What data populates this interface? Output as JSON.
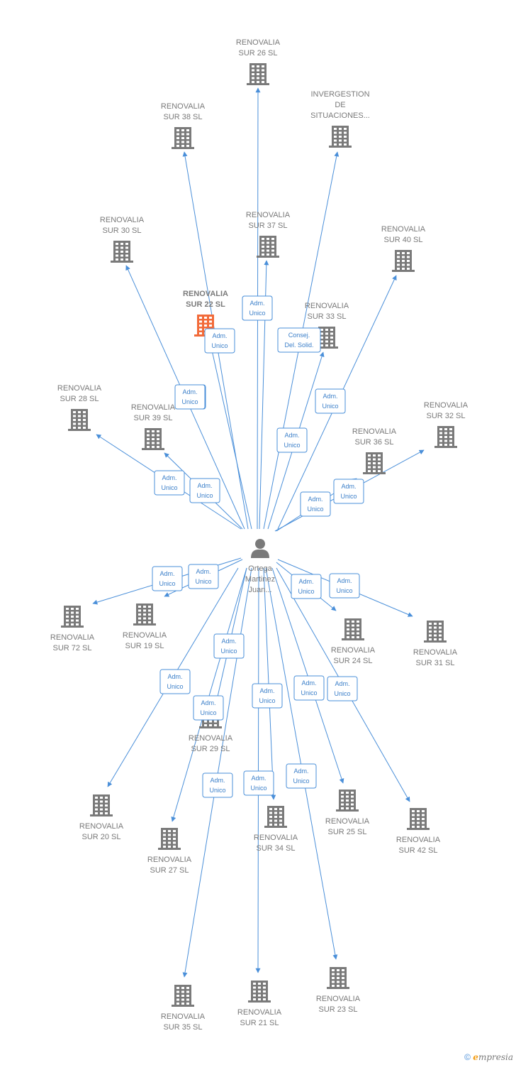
{
  "center": {
    "name": "Ortega Martinez Juan...",
    "lines": [
      "Ortega",
      "Martinez",
      "Juan..."
    ],
    "icon": "person-icon"
  },
  "colors": {
    "edge": "#4a8fd9",
    "node": "#7a7a7a",
    "highlight": "#f26b3a"
  },
  "nodes": [
    {
      "id": "sur26",
      "lines": [
        "RENOVALIA",
        "SUR 26  SL"
      ],
      "label_pos": "above",
      "highlight": false
    },
    {
      "id": "sur38",
      "lines": [
        "RENOVALIA",
        "SUR 38  SL"
      ],
      "label_pos": "above",
      "highlight": false
    },
    {
      "id": "invergestion",
      "lines": [
        "INVERGESTION",
        "DE",
        "SITUACIONES..."
      ],
      "label_pos": "above",
      "highlight": false
    },
    {
      "id": "sur30",
      "lines": [
        "RENOVALIA",
        "SUR 30  SL"
      ],
      "label_pos": "above",
      "highlight": false
    },
    {
      "id": "sur37",
      "lines": [
        "RENOVALIA",
        "SUR 37  SL"
      ],
      "label_pos": "above",
      "highlight": false
    },
    {
      "id": "sur40",
      "lines": [
        "RENOVALIA",
        "SUR 40  SL"
      ],
      "label_pos": "above",
      "highlight": false
    },
    {
      "id": "sur22",
      "lines": [
        "RENOVALIA",
        "SUR 22  SL"
      ],
      "label_pos": "above",
      "highlight": true
    },
    {
      "id": "sur33",
      "lines": [
        "RENOVALIA",
        "SUR 33  SL"
      ],
      "label_pos": "above",
      "highlight": false
    },
    {
      "id": "sur28",
      "lines": [
        "RENOVALIA",
        "SUR 28  SL"
      ],
      "label_pos": "above",
      "highlight": false
    },
    {
      "id": "sur39",
      "lines": [
        "RENOVALIA",
        "SUR 39  SL"
      ],
      "label_pos": "above",
      "highlight": false
    },
    {
      "id": "sur32",
      "lines": [
        "RENOVALIA",
        "SUR 32  SL"
      ],
      "label_pos": "above",
      "highlight": false
    },
    {
      "id": "sur36",
      "lines": [
        "RENOVALIA",
        "SUR 36  SL"
      ],
      "label_pos": "above",
      "highlight": false
    },
    {
      "id": "sur72",
      "lines": [
        "RENOVALIA",
        "SUR 72  SL"
      ],
      "label_pos": "below",
      "highlight": false
    },
    {
      "id": "sur19",
      "lines": [
        "RENOVALIA",
        "SUR 19  SL"
      ],
      "label_pos": "below",
      "highlight": false
    },
    {
      "id": "sur24",
      "lines": [
        "RENOVALIA",
        "SUR 24  SL"
      ],
      "label_pos": "below",
      "highlight": false
    },
    {
      "id": "sur31",
      "lines": [
        "RENOVALIA",
        "SUR 31  SL"
      ],
      "label_pos": "below",
      "highlight": false
    },
    {
      "id": "sur29",
      "lines": [
        "RENOVALIA",
        "SUR 29  SL"
      ],
      "label_pos": "below",
      "highlight": false
    },
    {
      "id": "sur20",
      "lines": [
        "RENOVALIA",
        "SUR 20  SL"
      ],
      "label_pos": "below",
      "highlight": false
    },
    {
      "id": "sur27",
      "lines": [
        "RENOVALIA",
        "SUR 27  SL"
      ],
      "label_pos": "below",
      "highlight": false
    },
    {
      "id": "sur34",
      "lines": [
        "RENOVALIA",
        "SUR 34  SL"
      ],
      "label_pos": "below",
      "highlight": false
    },
    {
      "id": "sur25",
      "lines": [
        "RENOVALIA",
        "SUR 25  SL"
      ],
      "label_pos": "below",
      "highlight": false
    },
    {
      "id": "sur42",
      "lines": [
        "RENOVALIA",
        "SUR 42  SL"
      ],
      "label_pos": "below",
      "highlight": false
    },
    {
      "id": "sur35",
      "lines": [
        "RENOVALIA",
        "SUR 35  SL"
      ],
      "label_pos": "below",
      "highlight": false
    },
    {
      "id": "sur21",
      "lines": [
        "RENOVALIA",
        "SUR 21  SL"
      ],
      "label_pos": "below",
      "highlight": false
    },
    {
      "id": "sur23",
      "lines": [
        "RENOVALIA",
        "SUR 23  SL"
      ],
      "label_pos": "below",
      "highlight": false
    }
  ],
  "edges": [
    {
      "to": "sur26",
      "label": [
        "Adm.",
        "Unico"
      ]
    },
    {
      "to": "sur38",
      "label": [
        "Adm.",
        "Unico"
      ]
    },
    {
      "to": "invergestion",
      "label": [
        "Consej.",
        "Del. Solid."
      ]
    },
    {
      "to": "sur30",
      "label": [
        "Adm.",
        "Unico"
      ]
    },
    {
      "to": "sur37",
      "label": [
        "Adm.",
        "Unico"
      ]
    },
    {
      "to": "sur40",
      "label": [
        "Adm.",
        "Unico"
      ]
    },
    {
      "to": "sur22",
      "label": [
        "Adm.",
        "Unico"
      ]
    },
    {
      "to": "sur33",
      "label": [
        "Adm.",
        "Unico"
      ]
    },
    {
      "to": "sur28",
      "label": [
        "Adm.",
        "Unico"
      ]
    },
    {
      "to": "sur39",
      "label": [
        "Adm.",
        "Unico"
      ]
    },
    {
      "to": "sur32",
      "label": [
        "Adm.",
        "Unico"
      ]
    },
    {
      "to": "sur36",
      "label": [
        "Adm.",
        "Unico"
      ]
    },
    {
      "to": "sur72",
      "label": [
        "Adm.",
        "Unico"
      ]
    },
    {
      "to": "sur19",
      "label": [
        "Adm.",
        "Unico"
      ]
    },
    {
      "to": "sur24",
      "label": [
        "Adm.",
        "Unico"
      ]
    },
    {
      "to": "sur31",
      "label": [
        "Adm.",
        "Unico"
      ]
    },
    {
      "to": "sur29",
      "label": [
        "Adm.",
        "Unico"
      ]
    },
    {
      "to": "sur20",
      "label": [
        "Adm.",
        "Unico"
      ]
    },
    {
      "to": "sur27",
      "label": [
        "Adm.",
        "Unico"
      ]
    },
    {
      "to": "sur34",
      "label": [
        "Adm.",
        "Unico"
      ]
    },
    {
      "to": "sur25",
      "label": [
        "Adm.",
        "Unico"
      ]
    },
    {
      "to": "sur42",
      "label": [
        "Adm.",
        "Unico"
      ]
    },
    {
      "to": "sur35",
      "label": [
        "Adm.",
        "Unico"
      ]
    },
    {
      "to": "sur21",
      "label": [
        "Adm.",
        "Unico"
      ]
    },
    {
      "to": "sur23",
      "label": [
        "Adm.",
        "Unico"
      ]
    }
  ],
  "footer": {
    "copyright": "©",
    "brand_initial": "e",
    "brand_rest": "mpresia"
  }
}
